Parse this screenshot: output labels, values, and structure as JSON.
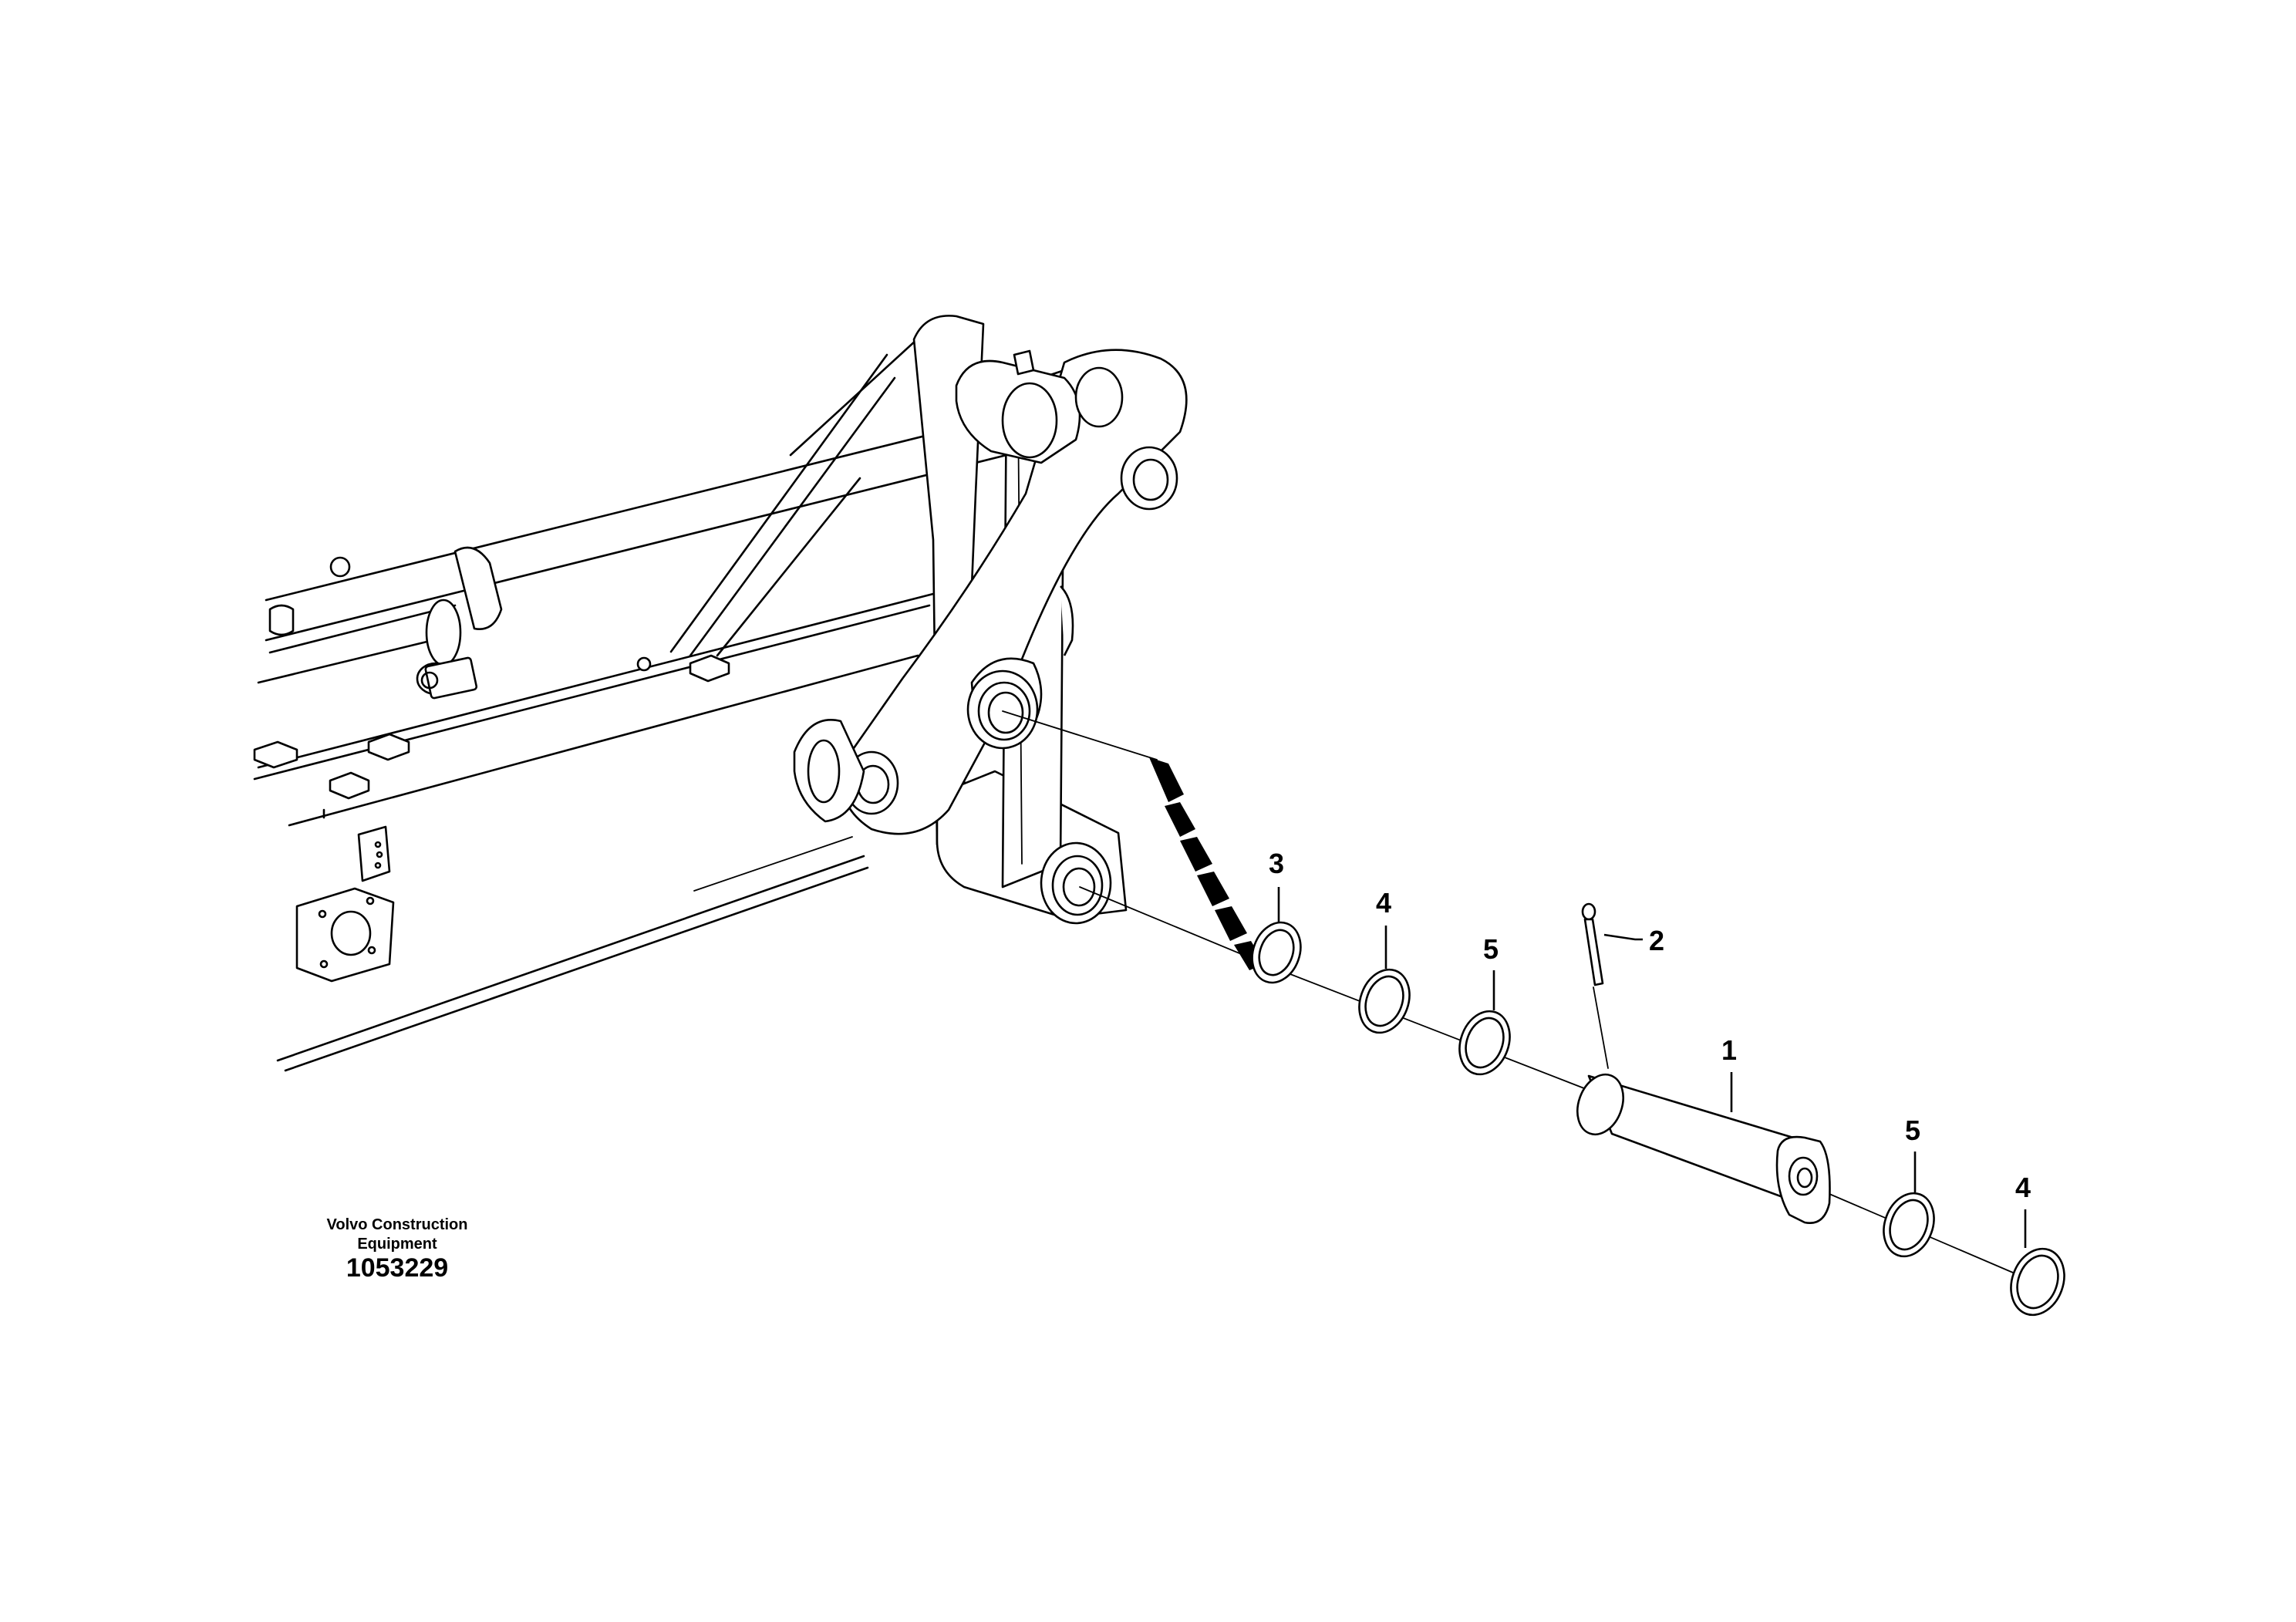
{
  "footer": {
    "brand_line1": "Volvo Construction",
    "brand_line2": "Equipment",
    "drawing_number": "1053229"
  },
  "callouts": [
    {
      "id": "pin",
      "label": "1"
    },
    {
      "id": "lock-bolt",
      "label": "2"
    },
    {
      "id": "spacer-ring",
      "label": "3"
    },
    {
      "id": "shim-a",
      "label": "4"
    },
    {
      "id": "shim-b",
      "label": "5"
    },
    {
      "id": "shim-c",
      "label": "5"
    },
    {
      "id": "shim-d",
      "label": "4"
    }
  ],
  "colors": {
    "line": "#000000",
    "background": "#ffffff"
  }
}
